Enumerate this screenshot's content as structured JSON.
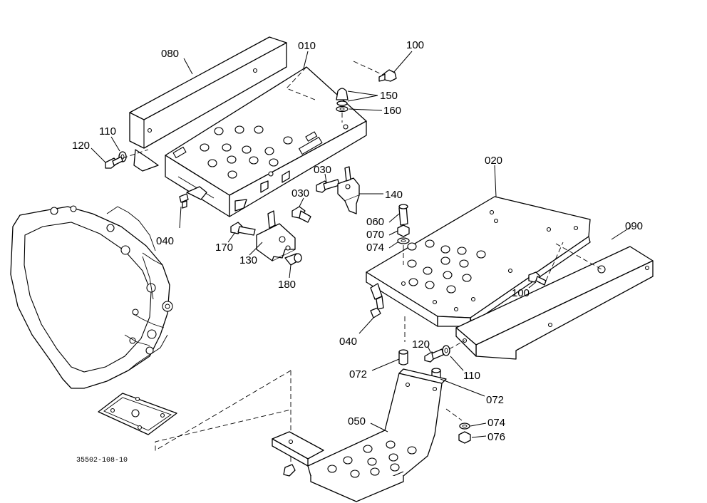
{
  "callouts": {
    "c080": "080",
    "c010": "010",
    "c100a": "100",
    "c150": "150",
    "c160": "160",
    "c110a": "110",
    "c120a": "120",
    "c030a": "030",
    "c030b": "030",
    "c140": "140",
    "c020": "020",
    "c090": "090",
    "c060": "060",
    "c070": "070",
    "c074a": "074",
    "c040a": "040",
    "c170": "170",
    "c130": "130",
    "c180": "180",
    "c100b": "100",
    "c040b": "040",
    "c120b": "120",
    "c110b": "110",
    "c072a": "072",
    "c072b": "072",
    "c050": "050",
    "c074b": "074",
    "c076": "076"
  },
  "doc_id": "35502-108-10"
}
